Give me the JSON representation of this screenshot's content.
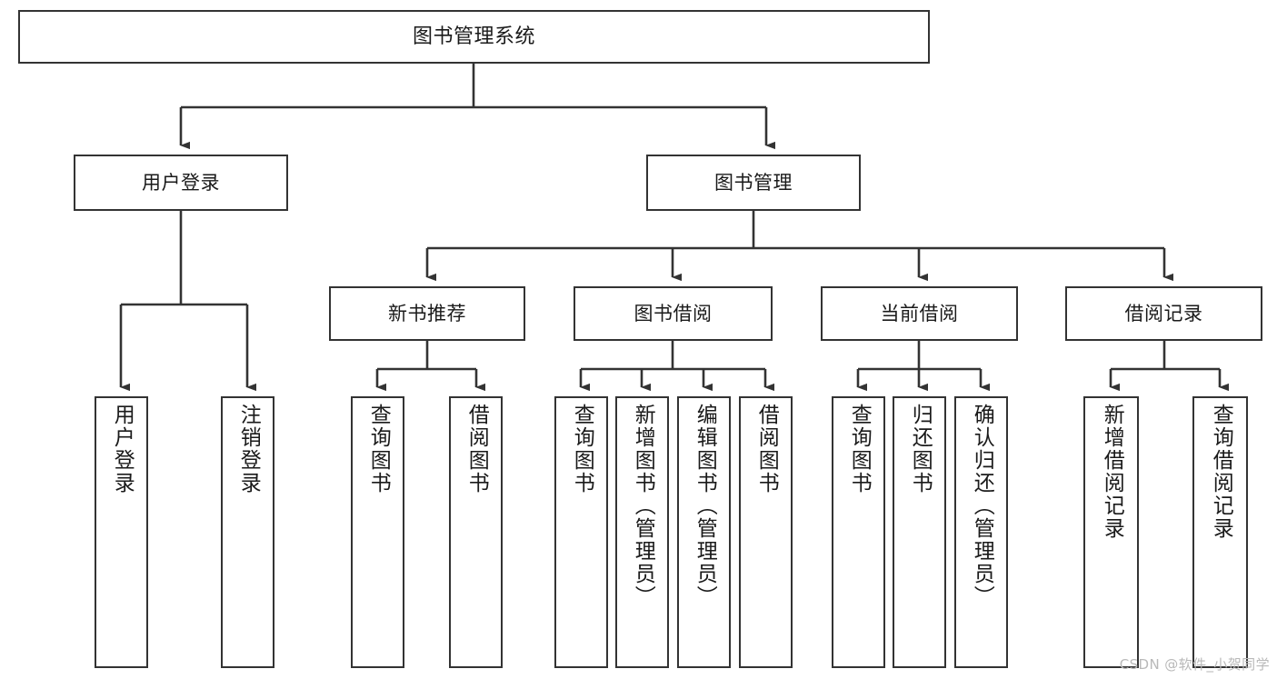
{
  "diagram": {
    "type": "tree-hierarchy",
    "title": "图书管理系统",
    "root": {
      "label": "图书管理系统"
    },
    "level2": [
      {
        "label": "用户登录"
      },
      {
        "label": "图书管理"
      }
    ],
    "level3": [
      {
        "label": "新书推荐"
      },
      {
        "label": "图书借阅"
      },
      {
        "label": "当前借阅"
      },
      {
        "label": "借阅记录"
      }
    ],
    "leaves": {
      "user_login": [
        {
          "label": "用户登录"
        },
        {
          "label": "注销登录"
        }
      ],
      "new_book_recommend": [
        {
          "label": "查询图书"
        },
        {
          "label": "借阅图书"
        }
      ],
      "book_borrow": [
        {
          "label": "查询图书"
        },
        {
          "label": "新增图书（管理员）"
        },
        {
          "label": "编辑图书（管理员）"
        },
        {
          "label": "借阅图书"
        }
      ],
      "current_borrow": [
        {
          "label": "查询图书"
        },
        {
          "label": "归还图书"
        },
        {
          "label": "确认归还（管理员）"
        }
      ],
      "borrow_record": [
        {
          "label": "新增借阅记录"
        },
        {
          "label": "查询借阅记录"
        }
      ]
    }
  },
  "watermark": {
    "text": "CSDN @软件_小贺同学"
  },
  "colors": {
    "box_border": "#333333",
    "box_fill": "#ffffff",
    "connector": "#333333",
    "text": "#1a1a1a",
    "watermark": "#b9b9b9",
    "background": "#ffffff"
  }
}
